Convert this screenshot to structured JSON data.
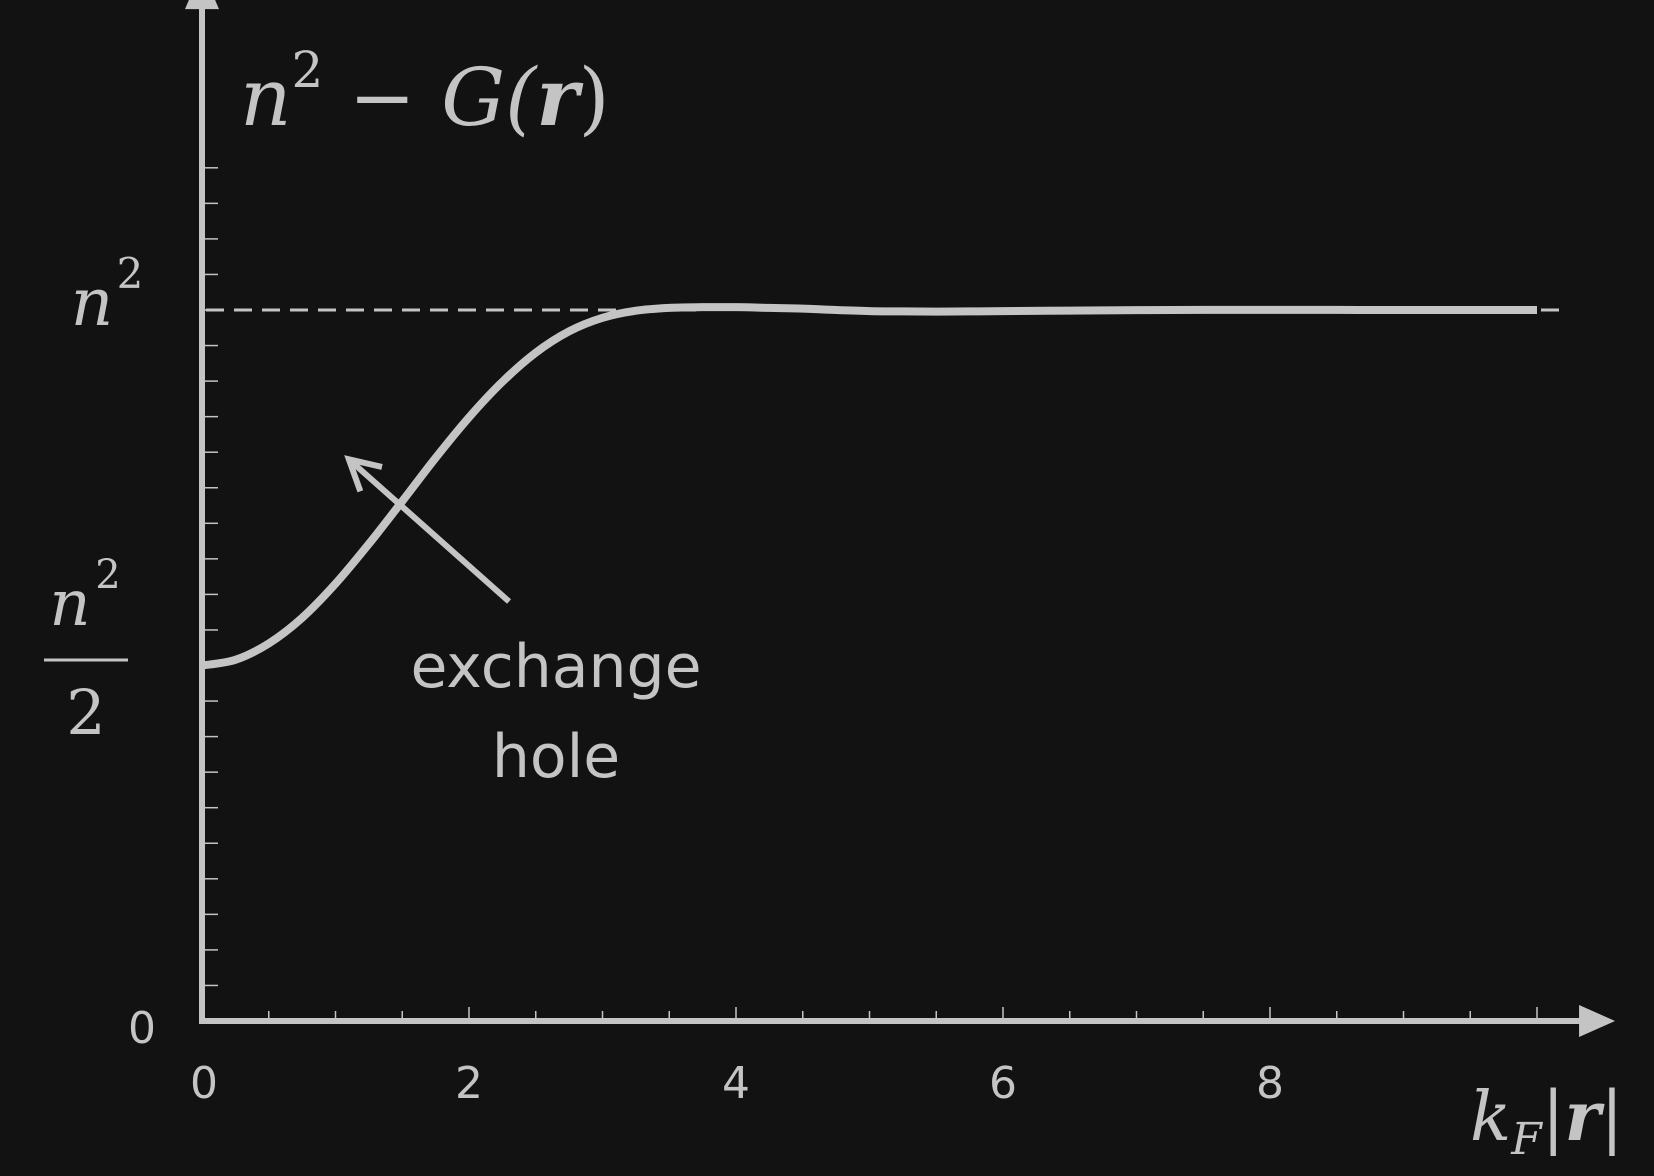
{
  "chart_data": {
    "type": "line",
    "title": "",
    "xlabel": "k_F|r|",
    "ylabel": "n^2 − G(r)",
    "xlim": [
      0,
      10.3
    ],
    "ylim": [
      0,
      1.44
    ],
    "x_ticks": [
      0,
      2,
      4,
      6,
      8
    ],
    "x_tick_labels": [
      "0",
      "2",
      "4",
      "6",
      "8"
    ],
    "y_tick_labels": {
      "zero": "0",
      "half_numerator": "n",
      "half_exponent": "2",
      "half_denominator": "2",
      "full_base": "n",
      "full_exponent": "2"
    },
    "y_tick_values": [
      0,
      0.5,
      1
    ],
    "reference_line": {
      "y": 1,
      "style": "dashed"
    },
    "series": [
      {
        "x": [
          0,
          0.25,
          0.5,
          0.75,
          1.0,
          1.25,
          1.5,
          1.75,
          2.0,
          2.25,
          2.5,
          2.75,
          3.0,
          3.25,
          3.5,
          3.75,
          4.0,
          4.25,
          4.5,
          4.75,
          5.0,
          5.25,
          5.5,
          5.75,
          6.0,
          6.5,
          7.0,
          7.5,
          8.0,
          8.5,
          9.0,
          9.5,
          10.0
        ],
        "y": [
          0.5,
          0.508,
          0.531,
          0.567,
          0.615,
          0.671,
          0.731,
          0.792,
          0.849,
          0.899,
          0.94,
          0.97,
          0.989,
          0.999,
          1.003,
          1.004,
          1.004,
          1.003,
          1.002,
          1.0,
          0.9985,
          0.998,
          0.9978,
          0.998,
          0.9985,
          0.9992,
          0.9998,
          1.0002,
          1.0002,
          1.0001,
          1.0,
          1.0,
          1.0
        ]
      }
    ],
    "annotations": [
      {
        "text_line1": "exchange",
        "text_line2": "hole",
        "arrow_from": [
          2.3,
          0.59
        ],
        "arrow_to": [
          1.1,
          0.79
        ]
      }
    ],
    "grid": false,
    "colors": {
      "background": "#121212",
      "foreground": "#c4c4c4"
    }
  },
  "labels": {
    "y_axis_title_base": "n",
    "y_axis_title_exp": "2",
    "y_axis_title_rest": " − G(",
    "y_axis_title_var": "r",
    "y_axis_title_close": ")",
    "x_axis_title_k": "k",
    "x_axis_title_sub": "F",
    "x_axis_title_bar1": "|",
    "x_axis_title_var": "r",
    "x_axis_title_bar2": "|"
  }
}
